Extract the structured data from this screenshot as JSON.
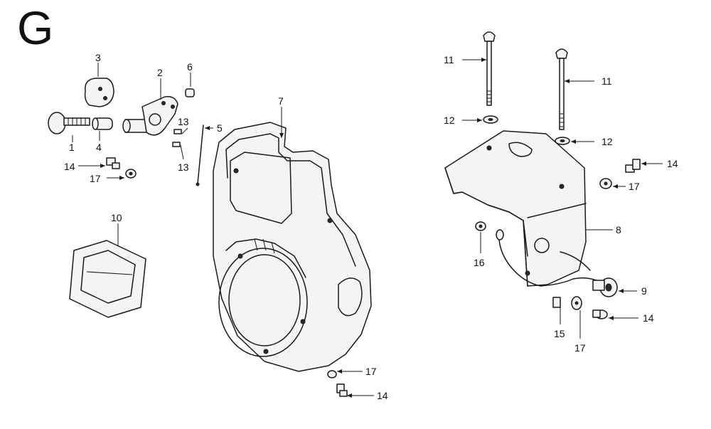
{
  "section_letter": "G",
  "callouts": {
    "c1": "1",
    "c2": "2",
    "c3": "3",
    "c4": "4",
    "c5": "5",
    "c6": "6",
    "c7": "7",
    "c8": "8",
    "c9": "9",
    "c10": "10",
    "c11a": "11",
    "c11b": "11",
    "c12a": "12",
    "c12b": "12",
    "c13a": "13",
    "c13b": "13",
    "c14a": "14",
    "c14b": "14",
    "c14c": "14",
    "c14d": "14",
    "c15": "15",
    "c16": "16",
    "c17a": "17",
    "c17b": "17",
    "c17c": "17",
    "c17d": "17"
  }
}
